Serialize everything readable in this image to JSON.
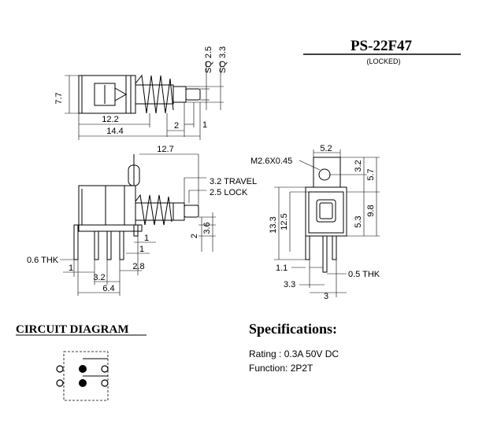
{
  "header": {
    "model": "PS-22F47",
    "subtitle": "(LOCKED)"
  },
  "top_view": {
    "height": "7.7",
    "sq_small": "SQ 2.5",
    "sq_large": "SQ 3.3",
    "body_len": "12.2",
    "total_len": "14.4",
    "seg_2": "2",
    "seg_1": "1"
  },
  "side_view": {
    "len": "12.7",
    "travel": "3.2  TRAVEL",
    "lock": "2.5  LOCK",
    "thk": "0.6 THK",
    "d_2": "2",
    "d_36": "3.6",
    "d_1a": "1",
    "d_1b": "1",
    "d_1c": "1",
    "d_32": "3.2",
    "d_28": "2.8",
    "d_64": "6.4"
  },
  "end_view": {
    "thread": "M2.6X0.45",
    "w_52": "5.2",
    "d_32": "3.2",
    "d_57": "5.7",
    "d_133": "13.3",
    "d_125": "12.5",
    "d_53": "5.3",
    "d_98": "9.8",
    "d_11": "1.1",
    "d_33": "3.3",
    "thk": "0.5  THK",
    "d_3": "3"
  },
  "circuit": {
    "title": "CIRCUIT DIAGRAM"
  },
  "specs": {
    "title": "Specifications:",
    "rating": "Rating : 0.3A 50V DC",
    "function": "Function: 2P2T"
  }
}
